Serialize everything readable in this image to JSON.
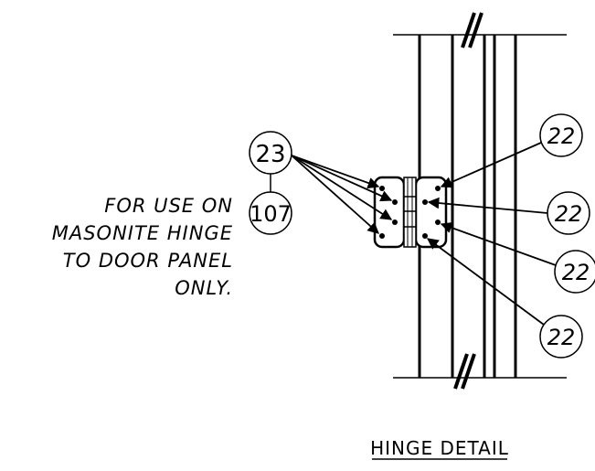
{
  "drawing": {
    "title": "HINGE DETAIL",
    "note_lines": [
      "FOR USE ON",
      "MASONITE HINGE",
      "TO DOOR PANEL",
      "ONLY."
    ],
    "callouts_left": {
      "top": "23",
      "bottom": "107"
    },
    "callouts_right": [
      "22",
      "22",
      "22",
      "22"
    ],
    "line_color": "#000000"
  }
}
